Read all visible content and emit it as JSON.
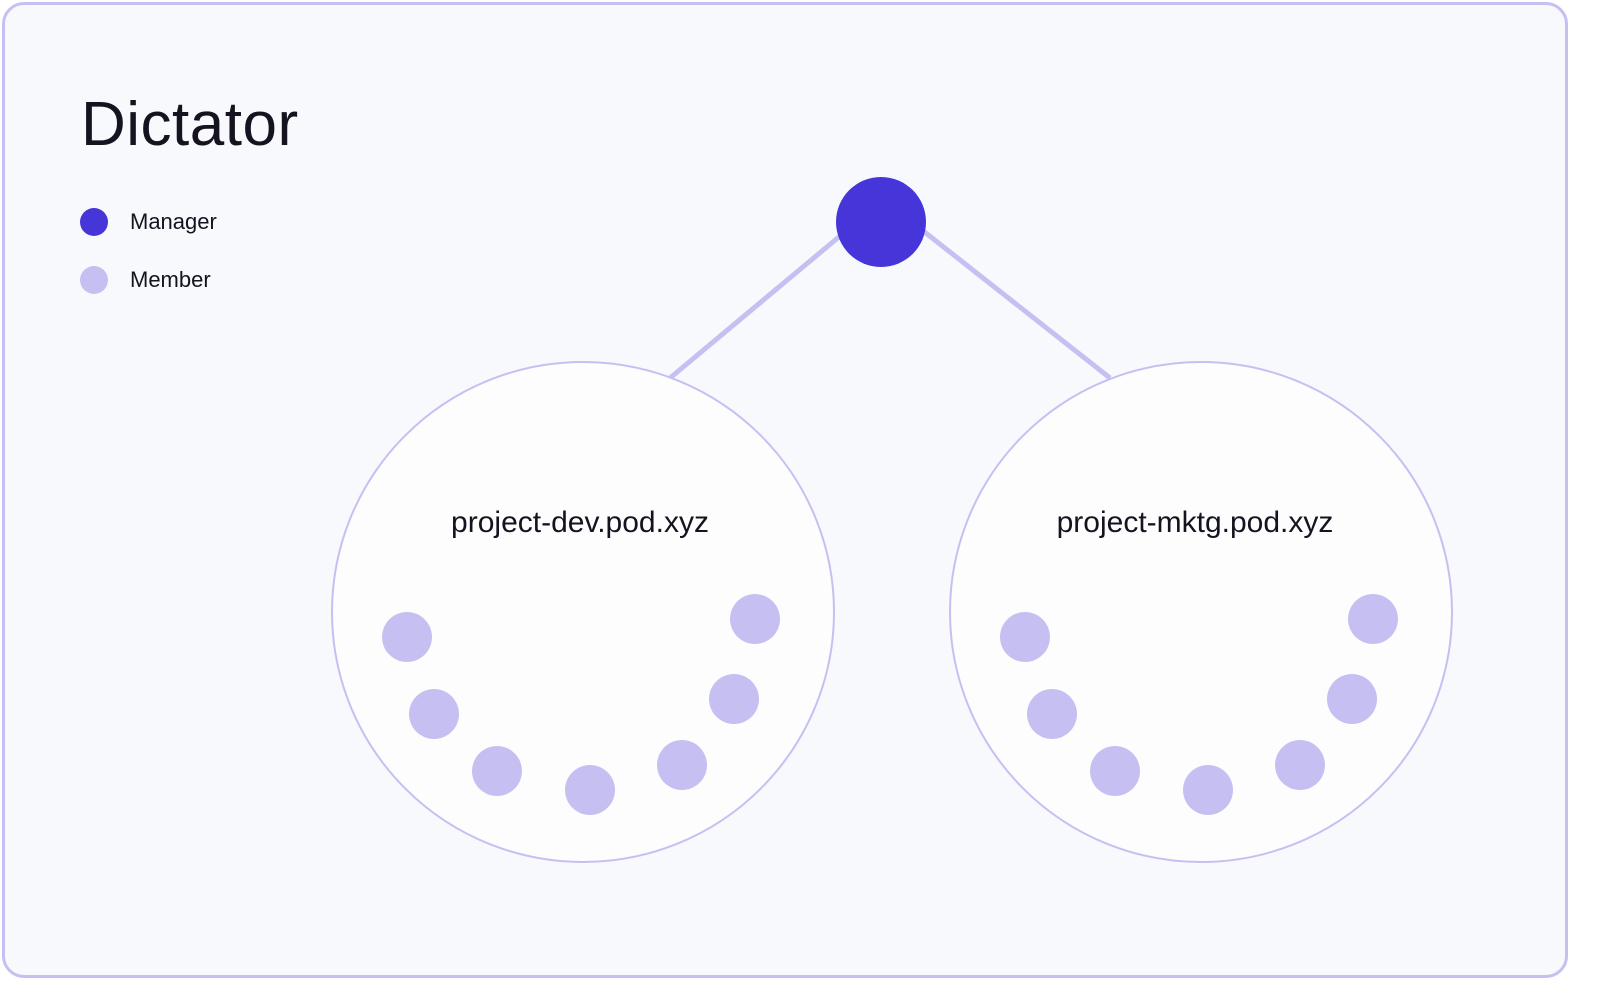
{
  "title": "Dictator",
  "colors": {
    "manager": "#4635d9",
    "member": "#c6c0f2",
    "edge": "#c6c0f2",
    "pod_border": "#c6c0f2",
    "pod_fill": "#fdfdfe",
    "background": "#f8f9fc"
  },
  "legend": [
    {
      "label": "Manager",
      "color": "#4635d9"
    },
    {
      "label": "Member",
      "color": "#c6c0f2"
    }
  ],
  "manager": {
    "role": "Manager"
  },
  "pods": [
    {
      "name": "project-dev.pod.xyz",
      "member_count": 7
    },
    {
      "name": "project-mktg.pod.xyz",
      "member_count": 7
    }
  ]
}
